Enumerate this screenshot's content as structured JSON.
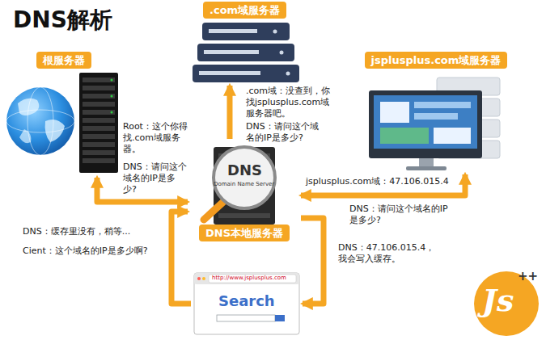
{
  "diagram": {
    "title": "DNS解析",
    "nodes": [
      {
        "text": [
          "根服务器"
        ]
      },
      {
        "text": [
          ".com域服务器"
        ]
      },
      {
        "text": [
          "jsplusplus.com域服务器"
        ]
      },
      {
        "text": [
          "DNS",
          "Domain Name Server",
          "DNS本地服务器"
        ]
      },
      {
        "text": [
          "http://www.jsplusplus.com",
          "Search"
        ]
      }
    ],
    "edges": [
      {
        "from": 3,
        "to": 0,
        "arrow": "both"
      },
      {
        "from": 3,
        "to": 1,
        "arrow": "to"
      },
      {
        "from": 3,
        "to": 2,
        "arrow": "both"
      },
      {
        "from": 4,
        "to": 3,
        "arrow": "to"
      },
      {
        "from": 3,
        "to": 4,
        "arrow": "to"
      }
    ],
    "labels": [
      "Root：这个你得找.com域服务器。",
      "DNS：请问这个域名的IP是多少?",
      ".com域：没查到，你找jsplusplus.com域服务器吧。",
      "DNS：请问这个域名的IP是多少?",
      "jsplusplus.com域：47.106.015.4",
      "DNS：请问这个域名的IP是多少?",
      "DNS：缓存里没有，稍等...",
      "Cient：这个域名的IP是多少啊?",
      "DNS：47.106.015.4，我会写入缓存。",
      "Js",
      "++"
    ]
  }
}
